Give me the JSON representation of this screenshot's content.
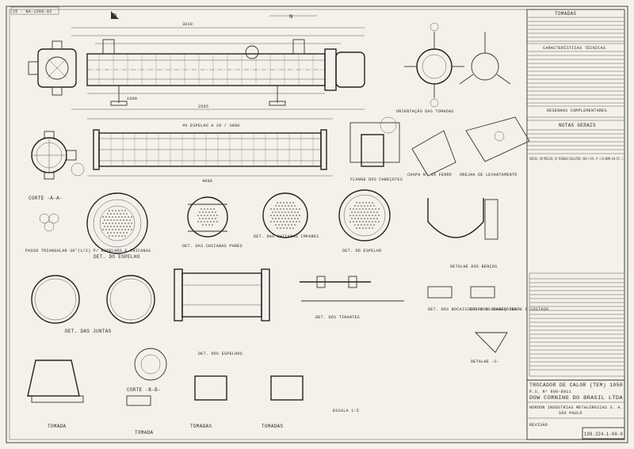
{
  "drawing": {
    "corner_ref": "25 - HA-1269-02",
    "top_markers": [
      "D",
      "N"
    ],
    "cross_section_labels": [
      "CORTE -A-A-",
      "CORTE -B-B-"
    ],
    "view_titles": {
      "orientation": "ORIENTAÇÃO DAS TOMADAS",
      "base_plate": "CHAPA Nº 10 FERRO",
      "lifting_lug": "OREJHA DE LEVANTAMENTO",
      "heads_flange": "FLANGE DOS CABEÇOTES",
      "tube_sheet": "DET. DO ESPELHO",
      "even_baffles": "DET. DAS CHICANAS PARES",
      "odd_baffles": "DET. DAS CHICANAS IMPARES",
      "tube_sheet_2": "DET. DO ESPELHO",
      "nozzle_detail": "DETALHE DOS BERÇOS",
      "gaskets": "DET. DAS JUNTAS",
      "tube_sheets": "DET. DOS ESPELHOS",
      "tie_rods": "DET. DOS TIRANTES",
      "head_bolts": "DET. DOS BOCAIS SOBRE OS CABEÇOTES",
      "shell_bolts": "DET. DOS BOCAIS SOBRE O COSTADO",
      "detail_c": "DETALHE -C-",
      "nozzle_a": "TOMADA",
      "nozzle_b": "TOMADAS",
      "nozzle_c": "TOMADAS",
      "nozzle_d": "TOMADA"
    },
    "notes": {
      "annular_passage": "PASSO TRIANGULAR 30°(1/2) P/ ESPELHOS E CHICANAS",
      "hand_note": "INDICAR, COM PRECISÃO, NO TRIÂNGULO EQUILÁTERO, NOVO A PAS. Nº 3 DA NORMA DIN-STD. 1",
      "scale_note": "ESCALA 1:5"
    }
  },
  "title_block": {
    "tomadas_header": "TOMADAS",
    "caracteristicas_header": "CARACTERÍSTICAS TÉCNICAS",
    "desenhos_header": "DESENHOS COMPLEMENTARES",
    "notas_header": "NOTAS GERAIS",
    "drawing_title": "TROCADOR DE CALOR (TEM) 1050",
    "ps_number": "P.S. Nº 908-8011",
    "client": "DOW CORNING DO BRASIL LTDA",
    "manufacturer": "NORDON INDÚSTRIAS METALÚRGICAS S. A.",
    "city": "SÃO PAULO",
    "drawing_number": "109.324-1-00-0",
    "revision_header": "REVISÃO"
  },
  "colors": {
    "paper": "#f3f1ea",
    "ink": "#2a2a2a"
  }
}
